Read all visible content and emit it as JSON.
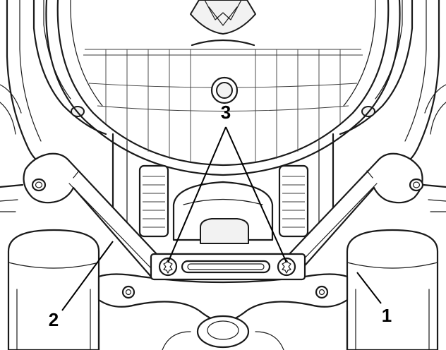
{
  "figure": {
    "callouts": [
      {
        "id": "1",
        "label": "1"
      },
      {
        "id": "2",
        "label": "2"
      },
      {
        "id": "3",
        "label": "3"
      }
    ],
    "colors": {
      "line": "#1a1a1a",
      "background": "#ffffff"
    }
  }
}
